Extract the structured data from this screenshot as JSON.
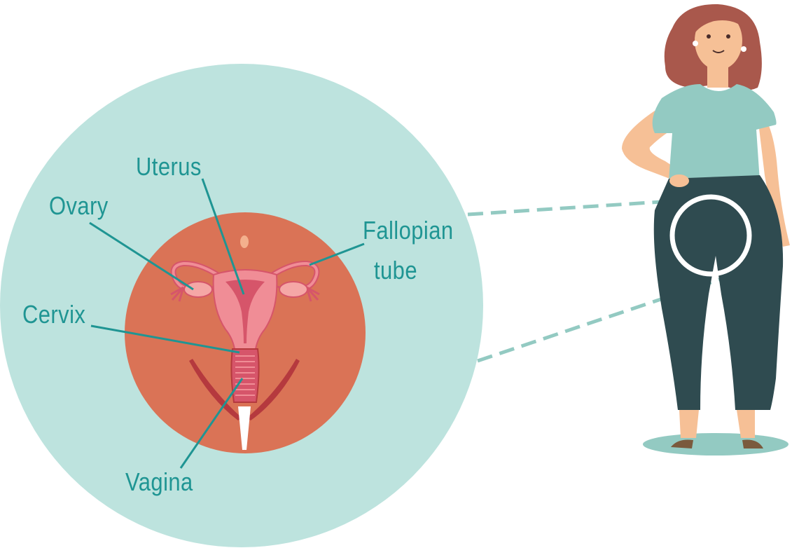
{
  "colors": {
    "accent_teal": "#1f9593",
    "circle_bg": "#bde3de",
    "inner_circle": "#da7356",
    "uterus_pink": "#f08d96",
    "uterus_dark": "#d6556a",
    "skin": "#f6c096",
    "hair": "#a9584c",
    "shirt": "#93cac2",
    "pants": "#2f4b50",
    "ground": "#93cac2",
    "guide_line": "#93cac2"
  },
  "labels": {
    "uterus": "Uterus",
    "ovary": "Ovary",
    "fallopian_line1": "Fallopian",
    "fallopian_line2": "tube",
    "cervix": "Cervix",
    "vagina": "Vagina"
  },
  "icons": {
    "reproductive_system": "uterus-anatomy-icon",
    "person": "woman-figure-icon",
    "focus_ring": "zoom-ring-icon"
  }
}
